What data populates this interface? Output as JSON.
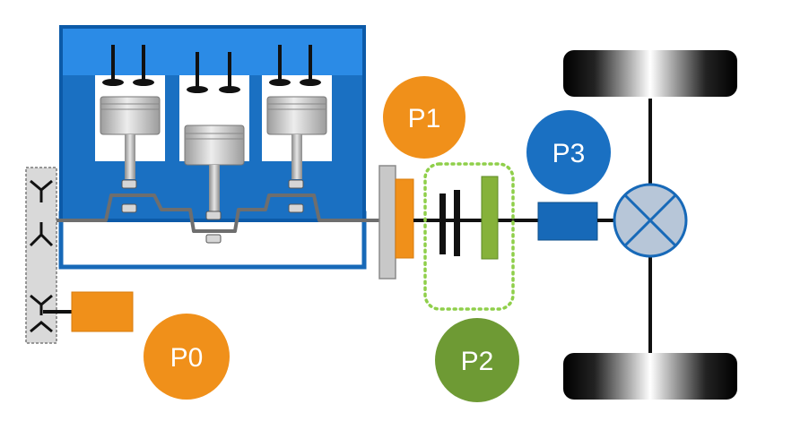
{
  "colors": {
    "engine_block": "#1a70c2",
    "engine_block_border": "#0c5aa8",
    "engine_header": "#2b8be6",
    "crankcase_border": "#1769b8",
    "shaft": "#6e6e6e",
    "piston": "#bcbcbc",
    "piston_dark": "#8a8a8a",
    "valve": "#111111",
    "p0": "#f0901a",
    "p1": "#f0901a",
    "p2": "#6e9a34",
    "p2_motor": "#86b23a",
    "p2_zone_outline": "#8fcf4a",
    "p3": "#1a70c2",
    "p3_motor": "#1769b8",
    "flywheel": "#c8c8c8",
    "clutch_plate": "#111111",
    "wheel": "#111111",
    "differential": "#b7c6d8",
    "differential_ring": "#1769b8",
    "belt_panel": "#d9d9d9"
  },
  "icons": [
    "belt-pulley-icon",
    "differential-cross-icon",
    "wheel-icon"
  ],
  "positions": {
    "p0": {
      "label": "P0"
    },
    "p1": {
      "label": "P1"
    },
    "p2": {
      "label": "P2"
    },
    "p3": {
      "label": "P3"
    }
  }
}
